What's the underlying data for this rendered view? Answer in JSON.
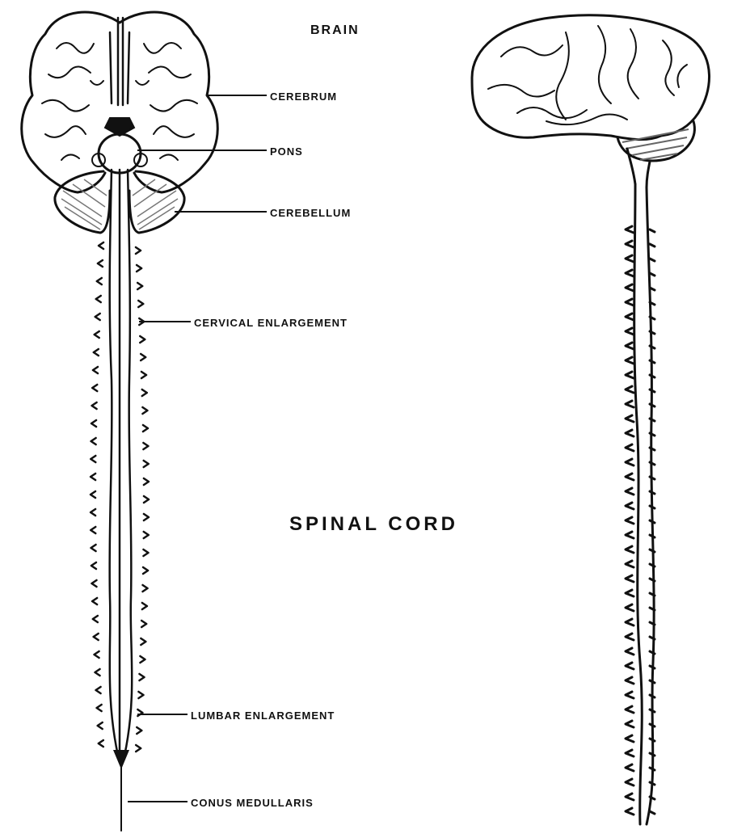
{
  "title": "BRAIN",
  "labels": {
    "cerebrum": "CEREBRUM",
    "pons": "PONS",
    "cerebellum": "CEREBELLUM",
    "cervical": "CERVICAL ENLARGEMENT",
    "spinal_cord": "SPINAL CORD",
    "lumbar": "LUMBAR ENLARGEMENT",
    "conus": "CONUS MEDULLARIS"
  }
}
